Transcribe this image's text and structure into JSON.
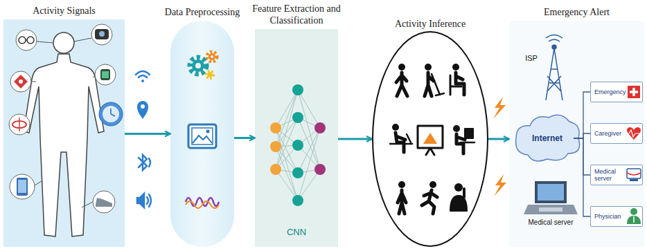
{
  "diagram": {
    "nodes": [
      {
        "text": [
          "Activity Signals"
        ]
      },
      {
        "text": [
          "Data Preprocessing"
        ]
      },
      {
        "text": [
          "Feature Extraction and Classification",
          "CNN"
        ]
      },
      {
        "text": [
          "Activity Inference"
        ]
      },
      {
        "text": [
          "Emergency Alert"
        ]
      },
      {
        "text": [
          "Internet"
        ],
        "in": 4
      },
      {
        "text": [
          "Emergency"
        ],
        "in": 4
      },
      {
        "text": [
          "Caregiver"
        ],
        "in": 4
      },
      {
        "text": [
          "Medical server"
        ],
        "in": 4
      },
      {
        "text": [
          "Physician"
        ],
        "in": 4
      }
    ],
    "edges": [
      {
        "from": 0,
        "to": 1,
        "arrow": "to"
      },
      {
        "from": 1,
        "to": 2,
        "arrow": "to"
      },
      {
        "from": 2,
        "to": 3,
        "arrow": "to"
      },
      {
        "from": 3,
        "to": 4,
        "arrow": "to"
      },
      {
        "from": 5,
        "to": 6,
        "arrow": "none"
      },
      {
        "from": 5,
        "to": 7,
        "arrow": "none"
      },
      {
        "from": 5,
        "to": 8,
        "arrow": "none"
      },
      {
        "from": 5,
        "to": 9,
        "arrow": "none"
      }
    ],
    "labels": [
      "ISP",
      "Medical server"
    ]
  }
}
